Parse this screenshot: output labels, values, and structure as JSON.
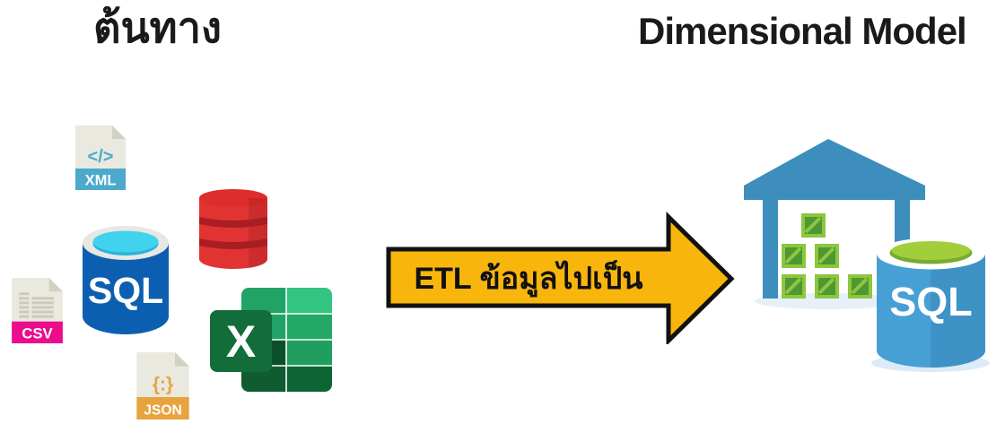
{
  "headings": {
    "source": "ต้นทาง",
    "target": "Dimensional Model"
  },
  "arrow": {
    "label": "ETL ข้อมูลไปเป็น"
  },
  "sources": {
    "xml_file": {
      "badge": "XML",
      "symbol": "</>"
    },
    "csv_file": {
      "badge": "CSV"
    },
    "json_file": {
      "badge": "JSON",
      "symbol": "{:}"
    },
    "sql_database": {
      "label": "SQL"
    },
    "red_database": {},
    "excel": {
      "letter": "X"
    }
  },
  "target": {
    "sql_warehouse": {
      "label": "SQL"
    }
  },
  "colors": {
    "heading_text": "#1a1a1a",
    "arrow_fill": "#F8B60D",
    "arrow_outline": "#111111",
    "paper": "#E9E9E0",
    "paper_fold": "#D2D2C3",
    "xml_accent": "#4BA9CB",
    "csv_accent": "#EB0D8C",
    "csv_table": "#CFC8BC",
    "json_accent": "#E8A33D",
    "sql_body": "#0C5FB0",
    "sql_rim": "#E7E7E4",
    "sql_top": "#41D3ED",
    "sql_top_deep": "#2BB3DA",
    "red_body": "#E23333",
    "red_top": "#DF2C2C",
    "red_band": "#A81E22",
    "excel_square": "#136D3B",
    "excel_g1": "#21A366",
    "excel_g2": "#33C481",
    "excel_g3": "#1F9E60",
    "excel_g4": "#23A866",
    "excel_dark1": "#0B4F29",
    "excel_dark2": "#0F5C31",
    "excel_dark3": "#0D6435",
    "warehouse_blue": "#3D8EBD",
    "crate_light": "#8DC63F",
    "crate_dark": "#4F9733",
    "dw_body": "#47A0D5",
    "dw_body_shade": "#3E92C6",
    "dw_top_light": "#A3CE3B",
    "dw_top_dark": "#76AC31"
  }
}
